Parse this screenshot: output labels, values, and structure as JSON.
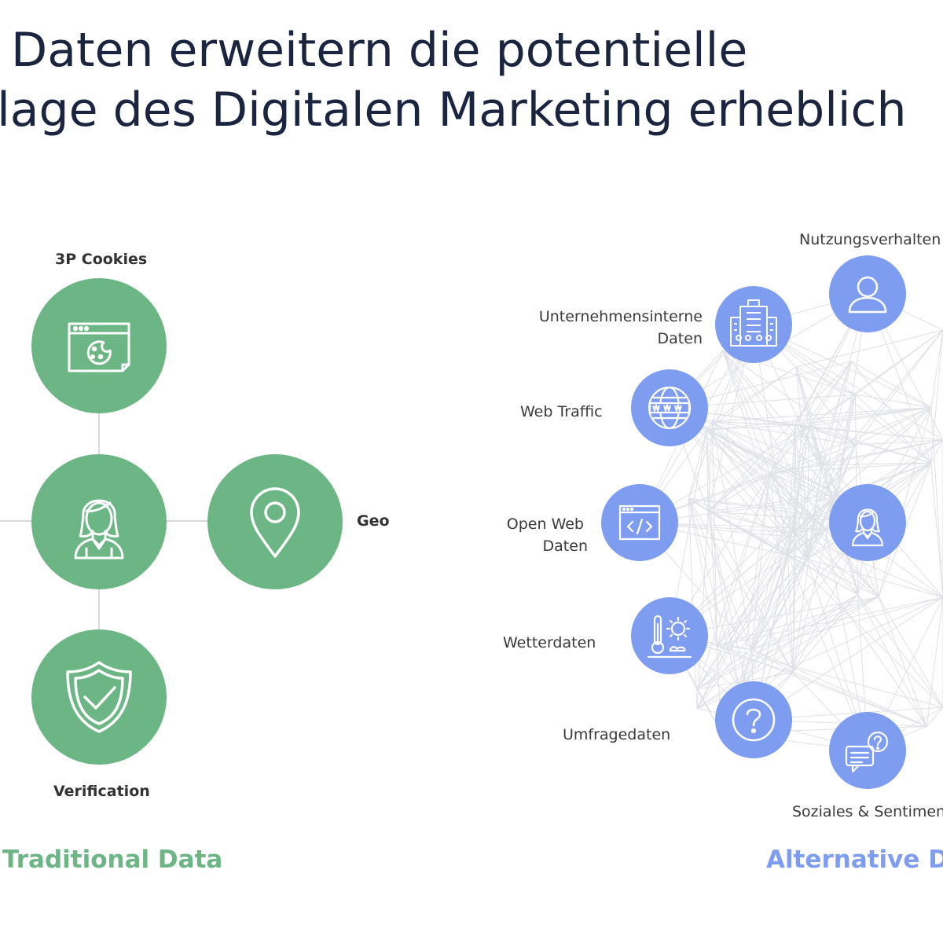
{
  "title": {
    "line1": "e Daten erweitern die potentielle",
    "line2": "dlage des Digitalen Marketing erheblich"
  },
  "colors": {
    "green": "#6cb585",
    "blue": "#7f9df0",
    "title": "#1b2540"
  },
  "traditional": {
    "heading": "Traditional Data",
    "nodes": {
      "cookies": {
        "label": "3P Cookies",
        "icon": "cookie-browser-icon"
      },
      "person": {
        "icon": "woman-icon"
      },
      "geo": {
        "label": "Geo",
        "icon": "location-pin-icon"
      },
      "verification": {
        "label": "Verification",
        "icon": "shield-check-icon"
      }
    }
  },
  "alternative": {
    "heading": "Alternative Da",
    "nodes": {
      "usage": {
        "label": "Nutzungsverhalten",
        "icon": "user-icon"
      },
      "internal": {
        "label_line1": "Unternehmensinterne",
        "label_line2": "Daten",
        "icon": "building-icon"
      },
      "web_traffic": {
        "label": "Web Traffic",
        "icon": "globe-www-icon"
      },
      "open_web": {
        "label_line1": "Open Web",
        "label_line2": "Daten",
        "icon": "code-window-icon"
      },
      "center": {
        "icon": "woman-icon"
      },
      "weather": {
        "label": "Wetterdaten",
        "icon": "thermometer-sun-icon"
      },
      "survey": {
        "label": "Umfragedaten",
        "icon": "question-icon"
      },
      "social": {
        "label": "Soziales & Sentimen",
        "icon": "chat-question-icon"
      }
    }
  }
}
